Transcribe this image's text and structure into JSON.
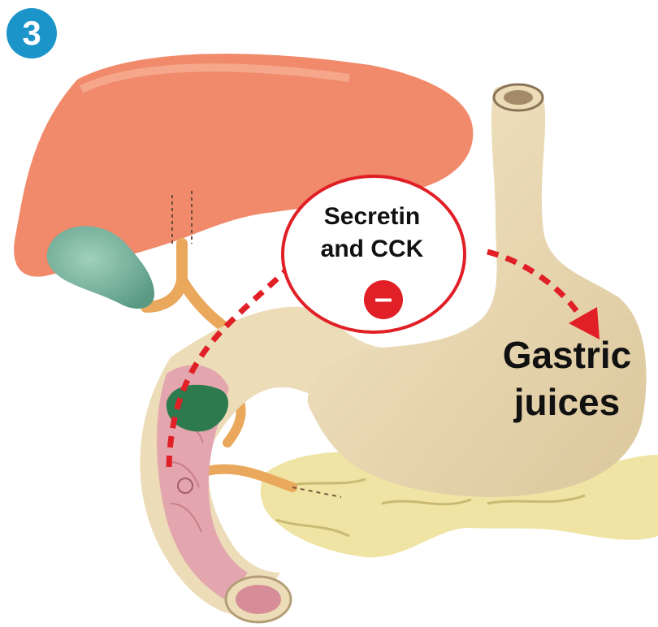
{
  "step": {
    "number": "3"
  },
  "hormone_box": {
    "line1": "Secretin",
    "line2": "and CCK",
    "sign": "–"
  },
  "target": {
    "line1": "Gastric",
    "line2": "juices"
  },
  "colors": {
    "badge": "#1b94c9",
    "arrow": "#e11f26",
    "liver": "#f08a6b",
    "gallbladder": "#6fae98",
    "stomach": "#ecdcb7",
    "pancreas": "#efe4a4",
    "duct": "#e9a85c",
    "mucosa": "#e3a6ae"
  },
  "icons": {
    "inhibit": "minus-circle-icon"
  }
}
